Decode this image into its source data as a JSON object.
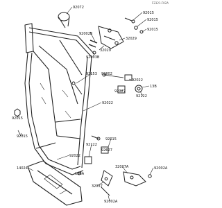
{
  "figure": {
    "reference_code": "F2321-F02A",
    "labels": [
      {
        "id": "l01",
        "text": "92072"
      },
      {
        "id": "l02",
        "text": "92015"
      },
      {
        "id": "l03",
        "text": "92015"
      },
      {
        "id": "l04",
        "text": "92002B"
      },
      {
        "id": "l05",
        "text": "92015"
      },
      {
        "id": "l06",
        "text": "32029"
      },
      {
        "id": "l07",
        "text": "32029"
      },
      {
        "id": "l08",
        "text": "92003B"
      },
      {
        "id": "l09",
        "text": "92153"
      },
      {
        "id": "l10",
        "text": "92002"
      },
      {
        "id": "l11",
        "text": "92022"
      },
      {
        "id": "l12",
        "text": "13B"
      },
      {
        "id": "l13",
        "text": "92027"
      },
      {
        "id": "l14",
        "text": "92122"
      },
      {
        "id": "l15",
        "text": "92022"
      },
      {
        "id": "l16",
        "text": "92015"
      },
      {
        "id": "l17",
        "text": "92015"
      },
      {
        "id": "l18",
        "text": "92015"
      },
      {
        "id": "l19",
        "text": "92122"
      },
      {
        "id": "l20",
        "text": "92027"
      },
      {
        "id": "l21",
        "text": "92022"
      },
      {
        "id": "l22",
        "text": "14024"
      },
      {
        "id": "l23",
        "text": "13BA"
      },
      {
        "id": "l24",
        "text": "32037A"
      },
      {
        "id": "l25",
        "text": "92002A"
      },
      {
        "id": "l26",
        "text": "32037"
      },
      {
        "id": "l27",
        "text": "92002A"
      }
    ]
  }
}
